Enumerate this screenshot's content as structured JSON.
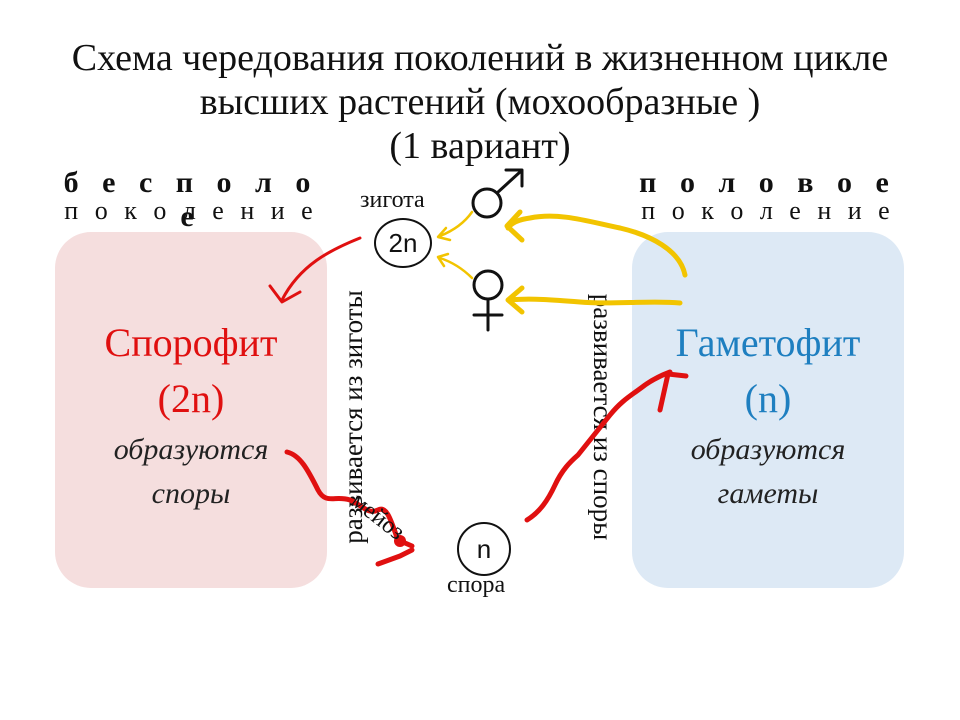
{
  "title": {
    "line1": "Схема чередования поколений в жизненном цикле",
    "line2": "высших растений (мохообразные )",
    "line3": "(1 вариант)"
  },
  "asexual": {
    "title": "б е с п о л о е",
    "subtitle": "п о к о л е н и е"
  },
  "sexual": {
    "title": "п о л о в о е",
    "subtitle": "п о к о л е н и е"
  },
  "sporophyte": {
    "name": "Спорофит",
    "ploidy": "(2n)",
    "line1": "образуются",
    "line2": "споры"
  },
  "gametophyte": {
    "name": "Гаметофит",
    "ploidy": "(n)",
    "line1": "образуются",
    "line2": "гаметы"
  },
  "zygote": {
    "label": "зигота",
    "value": "2n"
  },
  "spore": {
    "label": "спора",
    "value": "n"
  },
  "left_vertical": "развивается из зиготы",
  "right_vertical": "развивается из споры",
  "meiosis": "мейоз",
  "colors": {
    "red_arrow": "#e01010",
    "yellow_arrow": "#f2c400",
    "sporophyte_bg": "#f5dede",
    "gametophyte_bg": "#dde9f5",
    "gametophyte_text": "#1e7fc0"
  },
  "icons": [
    "male-symbol-icon",
    "female-symbol-icon"
  ]
}
